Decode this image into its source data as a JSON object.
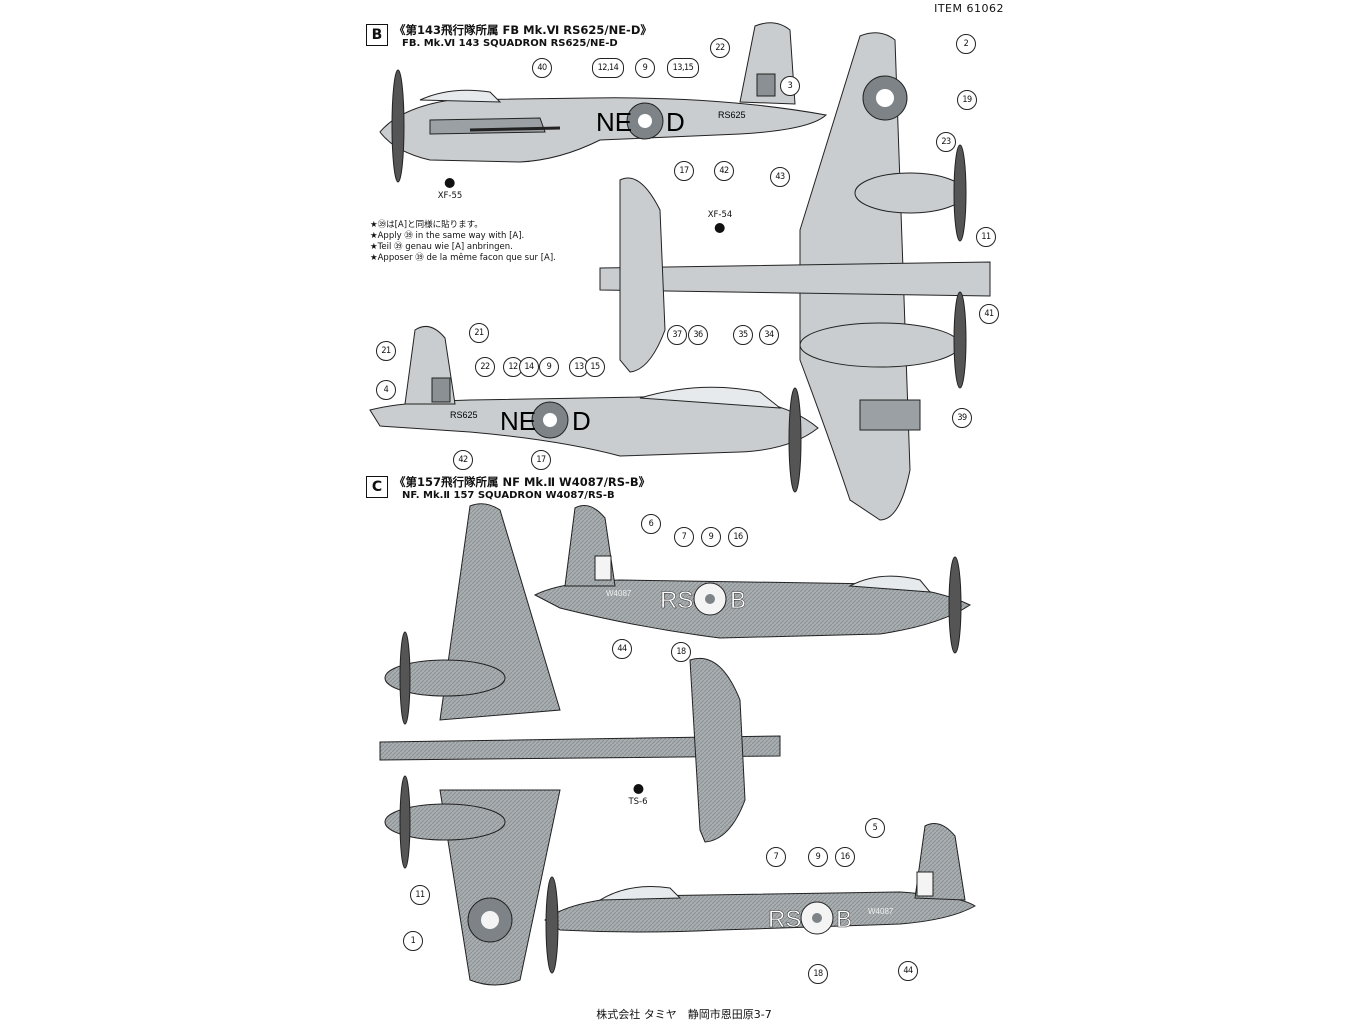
{
  "header": {
    "item_number": "ITEM 61062"
  },
  "sections": [
    {
      "letter": "B",
      "title_jp": "《第143飛行隊所属 FB Mk.Ⅵ RS625/NE-D》",
      "title_en": "FB. Mk.Ⅵ 143 SQUADRON RS625/NE-D"
    },
    {
      "letter": "C",
      "title_jp": "《第157飛行隊所属 NF Mk.Ⅱ W4087/RS-B》",
      "title_en": "NF. Mk.Ⅱ 157 SQUADRON W4087/RS-B"
    }
  ],
  "instruction_notes": [
    "★㊴は[A]と同様に貼ります。",
    "★Apply ㊴ in the same way with [A].",
    "★Teil ㊴ genau wie [A] anbringen.",
    "★Apposer ㊴ de la même facon que sur [A]."
  ],
  "paint_codes": [
    "XF-55",
    "XF-54",
    "TS-6"
  ],
  "aircraft_markings": {
    "ne_left": "NE",
    "ne_right": "D",
    "rs_left": "RS",
    "rs_right": "B",
    "serial_b": "RS625",
    "serial_c": "W4087"
  },
  "callouts": [
    "40",
    "12,14",
    "9",
    "13,15",
    "22",
    "3",
    "2",
    "19",
    "17",
    "42",
    "23",
    "43",
    "11",
    "41",
    "37",
    "36",
    "35",
    "34",
    "39",
    "21",
    "21",
    "4",
    "22",
    "12",
    "14",
    "9",
    "13",
    "15",
    "42",
    "17",
    "6",
    "7",
    "9",
    "16",
    "18",
    "44",
    "1",
    "11",
    "7",
    "9",
    "16",
    "5",
    "18",
    "44"
  ],
  "footer": {
    "publisher": "株式会社 タミヤ　静岡市恩田原3-7"
  },
  "colors": {
    "aircraft_gray": "#c9cdcf",
    "roundel_gray": "#7d8386",
    "line": "#222222"
  }
}
